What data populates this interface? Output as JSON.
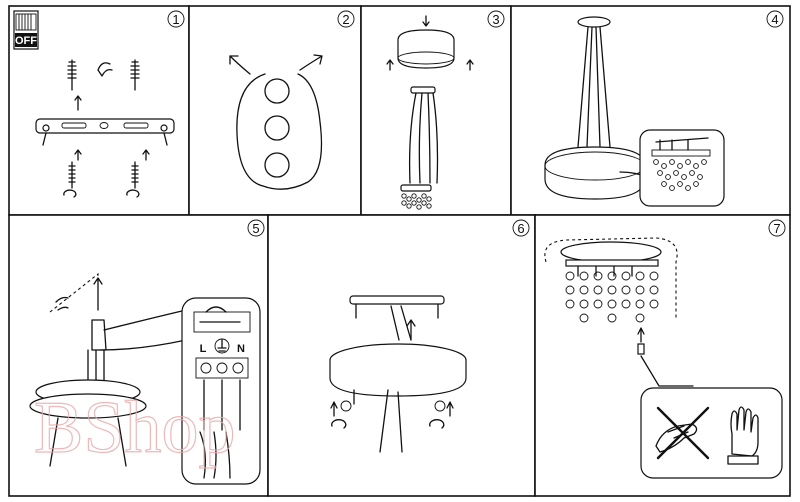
{
  "steps": [
    "1",
    "2",
    "3",
    "4",
    "5",
    "6",
    "7"
  ],
  "power_switch_label": "OFF",
  "terminal_labels": [
    "L",
    "N"
  ],
  "watermark": "BShop",
  "icons": {
    "power": "power-off-switch-icon",
    "no_bare_hands": "no-bare-hands-icon",
    "glove": "protective-glove-icon"
  },
  "colors": {
    "line": "#111111",
    "watermark": "#e9a7a7"
  }
}
